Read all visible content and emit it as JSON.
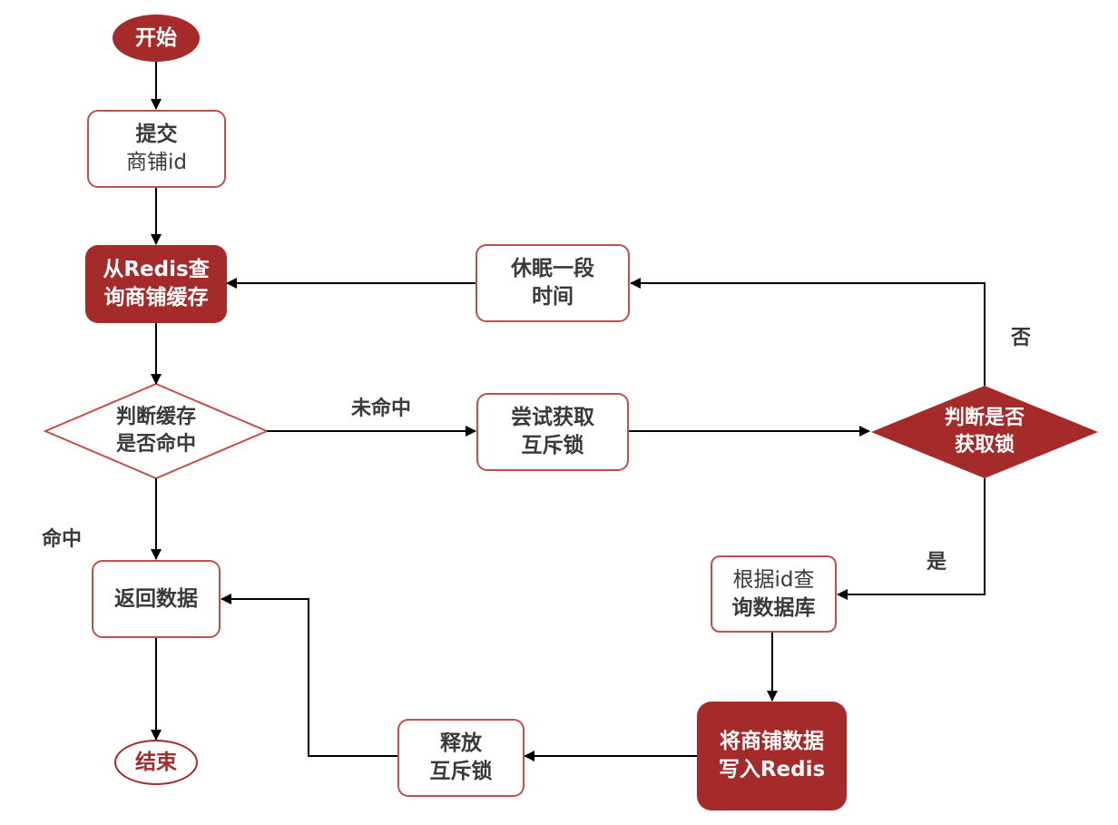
{
  "nodes": {
    "start": "开始",
    "submit_line1": "提交",
    "submit_line2": "商铺id",
    "query_line1": "从Redis查",
    "query_line2": "询商铺缓存",
    "judge_cache_line1": "判断缓存",
    "judge_cache_line2": "是否命中",
    "return_data": "返回数据",
    "end": "结束",
    "try_lock_line1": "尝试获取",
    "try_lock_line2": "互斥锁",
    "judge_lock_line1": "判断是否",
    "judge_lock_line2": "获取锁",
    "sleep_line1": "休眠一段",
    "sleep_line2": "时间",
    "query_db_line1": "根据id查",
    "query_db_line2": "询数据库",
    "write_redis_line1": "将商铺数据",
    "write_redis_line2": "写入Redis",
    "release_line1": "释放",
    "release_line2": "互斥锁"
  },
  "edge_labels": {
    "miss": "未命中",
    "hit": "命中",
    "no": "否",
    "yes": "是"
  },
  "colors": {
    "accent": "#a52a2a",
    "outline": "#c0504d",
    "text": "#3a3a3a",
    "arrow": "#000000"
  }
}
